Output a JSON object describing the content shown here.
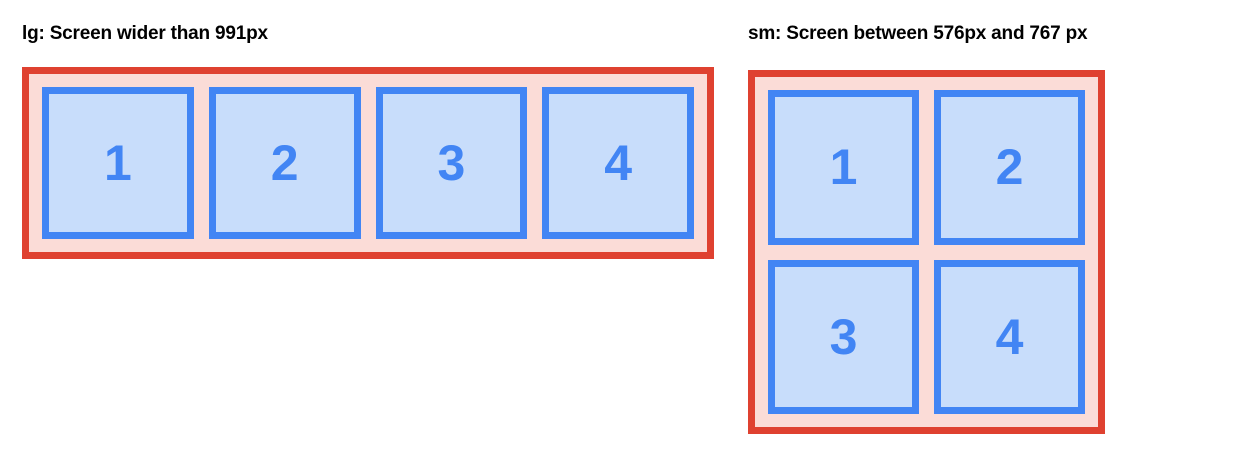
{
  "diagram": {
    "title": "Responsive grid breakpoint illustration",
    "colors": {
      "container_border": "#df4130",
      "container_background": "#fbdcd7",
      "cell_border": "#4285f4",
      "cell_background": "#c8ddfb",
      "cell_number": "#4285f4",
      "label_text": "#000000",
      "page_background": "#ffffff"
    },
    "panels": [
      {
        "id": "lg",
        "label": "lg: Screen wider than 991px",
        "layout": "single-row",
        "columns": 4,
        "rows": 1,
        "cells": [
          {
            "number": "1"
          },
          {
            "number": "2"
          },
          {
            "number": "3"
          },
          {
            "number": "4"
          }
        ]
      },
      {
        "id": "sm",
        "label": "sm: Screen between 576px and 767 px",
        "layout": "two-by-two-grid",
        "columns": 2,
        "rows": 2,
        "grid_rows": [
          {
            "cells": [
              {
                "number": "1"
              },
              {
                "number": "2"
              }
            ]
          },
          {
            "cells": [
              {
                "number": "3"
              },
              {
                "number": "4"
              }
            ]
          }
        ]
      }
    ]
  }
}
